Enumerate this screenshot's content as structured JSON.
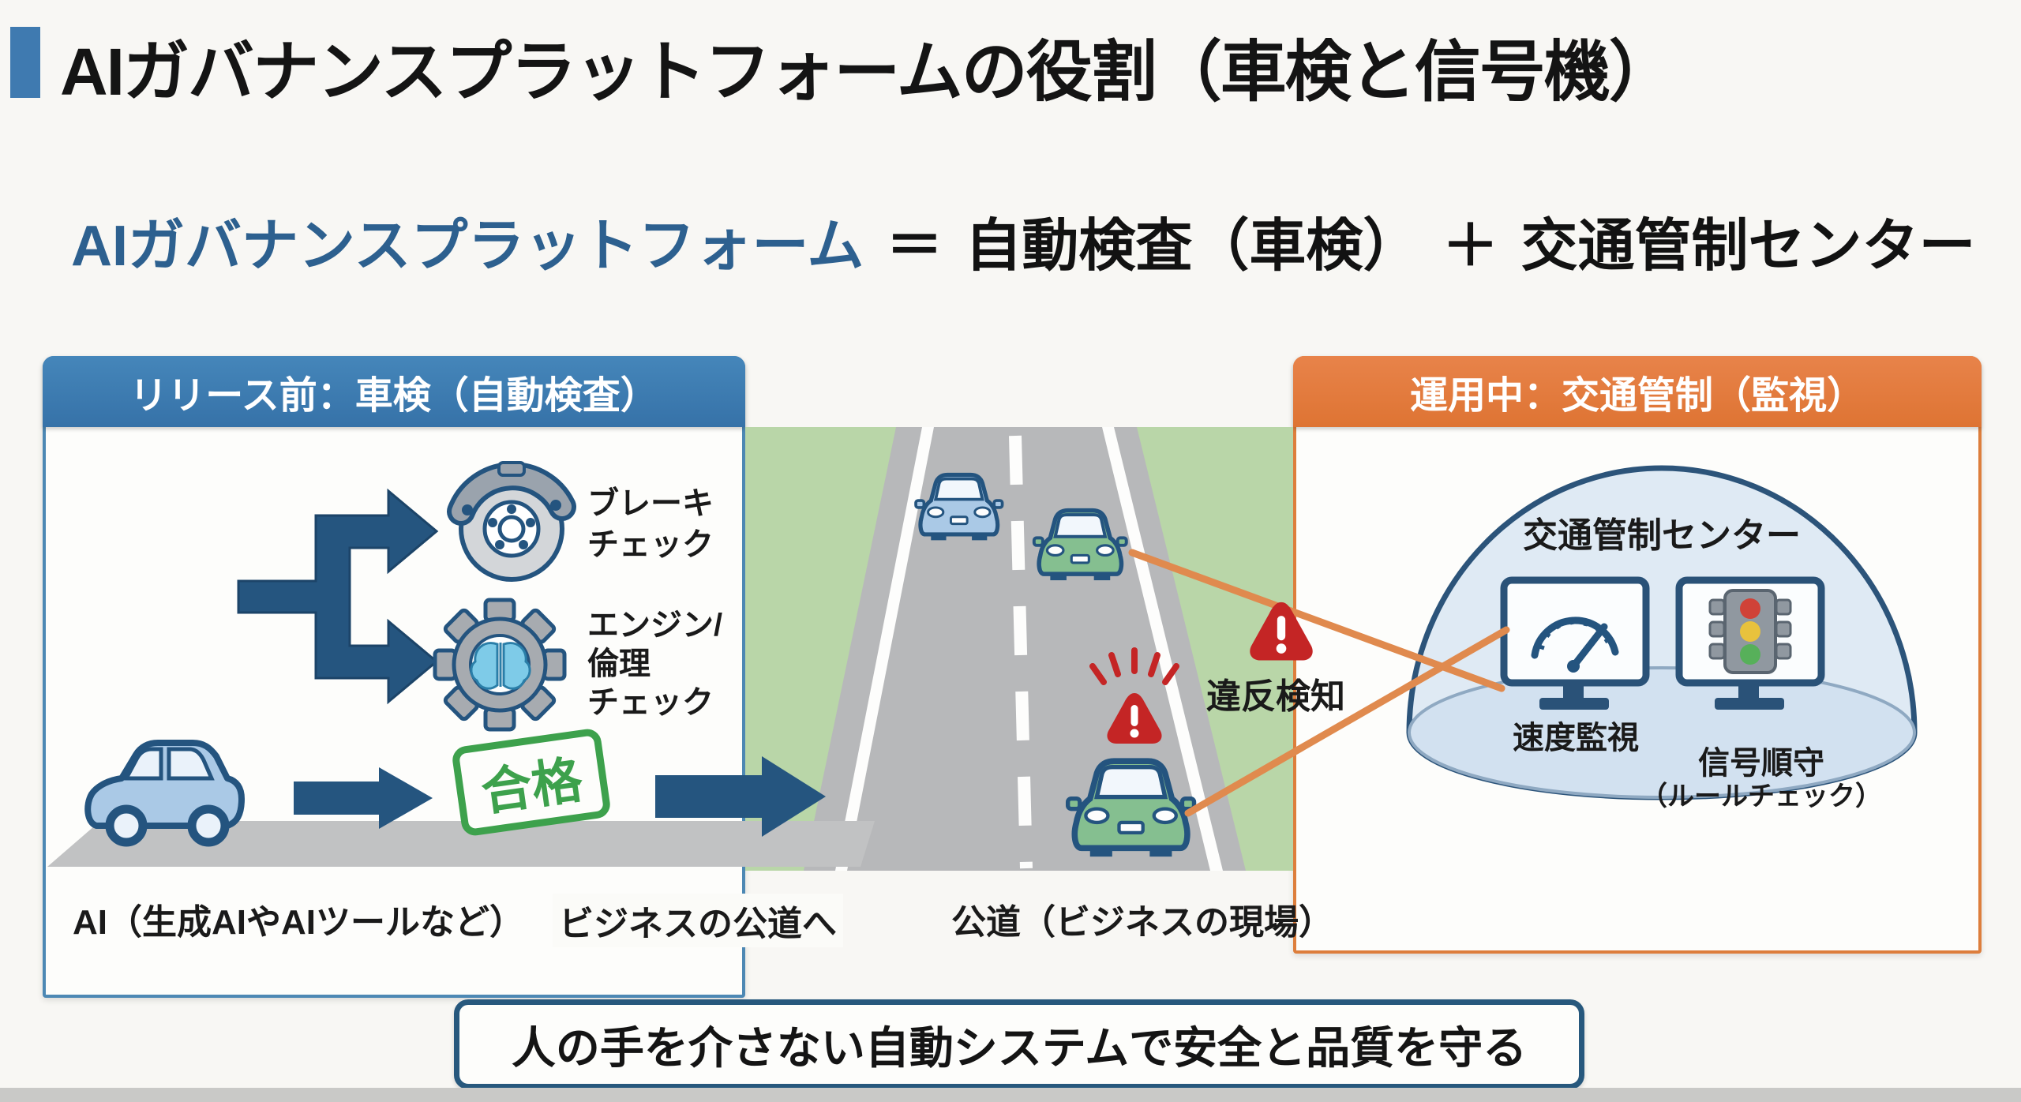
{
  "title": "AIガバナンスプラットフォームの役割（車検と信号機）",
  "equation": {
    "lhs": "AIガバナンスプラットフォーム",
    "equals": "＝",
    "term1": "自動検査（車検）",
    "plus": "＋",
    "term2": "交通管制センター"
  },
  "left_panel": {
    "header": "リリース前：車検（自動検査）",
    "brake_label": "ブレーキ\nチェック",
    "engine_label": "エンジン/\n倫理\nチェック",
    "stamp": "合格",
    "car_label": "AI（生成AIやAIツールなど）",
    "to_road_label": "ビジネスの公道へ"
  },
  "road": {
    "label": "公道（ビジネスの現場）",
    "violation_label": "違反検知"
  },
  "right_panel": {
    "header": "運用中：交通管制（監視）",
    "dome_title": "交通管制センター",
    "monitor1_label": "速度監視",
    "monitor2_label_line1": "信号順守",
    "monitor2_label_line2": "（ルールチェック）"
  },
  "banner": "人の手を介さない自動システムで安全と品質を守る",
  "colors": {
    "accent_blue": "#3f7ab0",
    "panel_blue": "#4d88b4",
    "panel_orange": "#dd7e3c",
    "arrow_navy": "#25557f",
    "green_zone": "#b9d6a8",
    "road_gray": "#b7b8ba",
    "stamp_green": "#3da14c",
    "alert_red": "#c42525",
    "connector_orange": "#e08a4e",
    "dome_blue": "#dfeaf4",
    "equation_blue": "#2d608f"
  },
  "icons": {
    "brake": "brake-disc-icon",
    "engine": "gear-brain-icon",
    "car_side": "car-side-icon",
    "car_front": "car-front-icon",
    "warning": "warning-triangle-icon",
    "speedometer": "speedometer-icon",
    "traffic_light": "traffic-light-icon"
  }
}
